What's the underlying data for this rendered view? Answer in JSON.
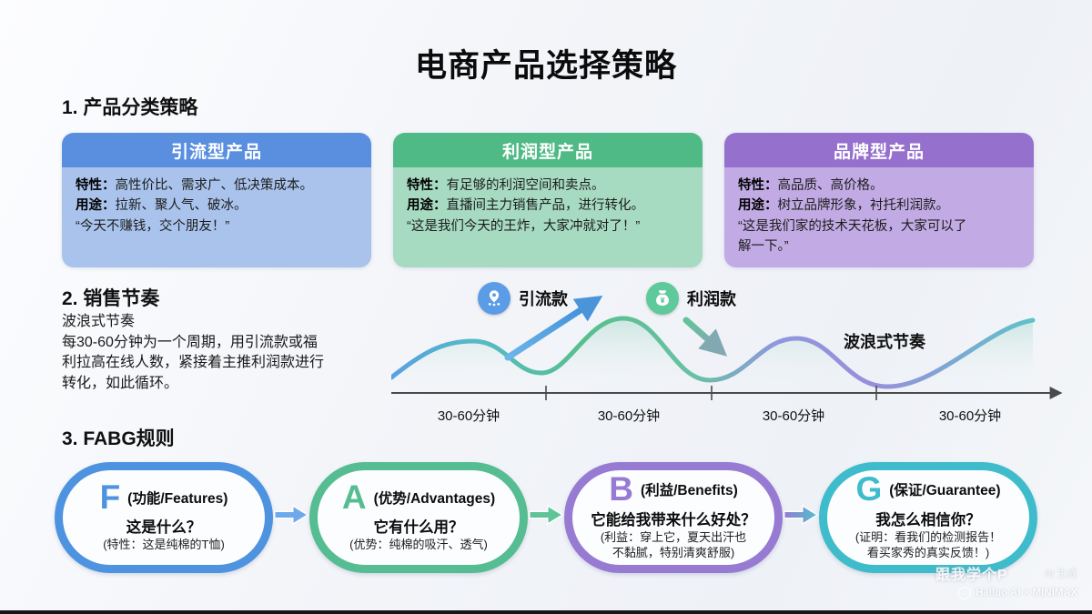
{
  "title": "电商产品选择策略",
  "section1": {
    "heading": "1. 产品分类策略",
    "cards": [
      {
        "title": "引流型产品",
        "feature_label": "特性：",
        "feature": "高性价比、需求广、低决策成本。",
        "usage_label": "用途：",
        "usage": "拉新、聚人气、破冰。",
        "quote": "“今天不赚钱，交个朋友！”",
        "colors": {
          "header": "#5a8fe0",
          "body": "#a9c3ec"
        }
      },
      {
        "title": "利润型产品",
        "feature_label": "特性：",
        "feature": "有足够的利润空间和卖点。",
        "usage_label": "用途：",
        "usage": "直播间主力销售产品，进行转化。",
        "quote": "“这是我们今天的王炸，大家冲就对了！”",
        "colors": {
          "header": "#4fba85",
          "body": "#a6dac1"
        }
      },
      {
        "title": "品牌型产品",
        "feature_label": "特性：",
        "feature": "高品质、高价格。",
        "usage_label": "用途：",
        "usage": "树立品牌形象，衬托利润款。",
        "quote": "“这是我们家的技术天花板，大家可以了\n解一下。”",
        "colors": {
          "header": "#9570cd",
          "body": "#c2abe4"
        }
      }
    ]
  },
  "section2": {
    "heading": "2. 销售节奏",
    "subtitle": "波浪式节奏",
    "description": "每30-60分钟为一个周期，用引流款或福\n利拉高在线人数，紧接着主推利润款进行\n转化，如此循环。",
    "legend": [
      {
        "name": "traffic-product",
        "label": "引流款",
        "color": "#5b9ce7"
      },
      {
        "name": "profit-product",
        "label": "利润款",
        "color": "#5ec99a",
        "symbol": "¥"
      }
    ],
    "wave_label": "波浪式节奏",
    "axis_labels": [
      "30-60分钟",
      "30-60分钟",
      "30-60分钟",
      "30-60分钟"
    ]
  },
  "chart_data": {
    "type": "line",
    "title": "波浪式节奏",
    "x_segments": [
      "30-60分钟",
      "30-60分钟",
      "30-60分钟",
      "30-60分钟"
    ],
    "annotations": [
      "引流款 (peak pull-up)",
      "利润款 (dip conversion)"
    ],
    "y_values_relative": [
      0.2,
      0.55,
      0.27,
      0.8,
      0.14,
      0.58,
      0.08,
      0.78
    ],
    "line_gradient": [
      "#5a9de2",
      "#57b9c9",
      "#5ac08e",
      "#7ab6a8",
      "#9a8fdc",
      "#62c3c9"
    ],
    "axis_color": "#4a4a4a",
    "grid": false
  },
  "section3": {
    "heading": "3. FABG规则",
    "items": [
      {
        "letter": "F",
        "label": "(功能/Features)",
        "question": "这是什么？",
        "detail": "(特性：这是纯棉的T恤)",
        "color": "#4d93df"
      },
      {
        "letter": "A",
        "label": "(优势/Advantages)",
        "question": "它有什么用？",
        "detail": "(优势：纯棉的吸汗、透气)",
        "color": "#56bd92"
      },
      {
        "letter": "B",
        "label": "(利益/Benefits)",
        "question": "它能给我带来什么好处？",
        "detail": "(利益：穿上它，夏天出汗也\n不黏腻，特别清爽舒服)",
        "color": "#977bd3"
      },
      {
        "letter": "G",
        "label": "(保证/Guarantee)",
        "question": "我怎么相信你？",
        "detail": "(证明：看我们的检测报告！\n看买家秀的真实反馈！)",
        "color": "#3fbccb"
      }
    ],
    "arrow_colors": [
      "#6fa9ec",
      "#5fc497",
      "gradient-purple-teal"
    ]
  },
  "footer": {
    "watermark": "跟我学个P",
    "ai_label": "AI 生成",
    "brand": "Hailuo AI × MINIMAX"
  }
}
